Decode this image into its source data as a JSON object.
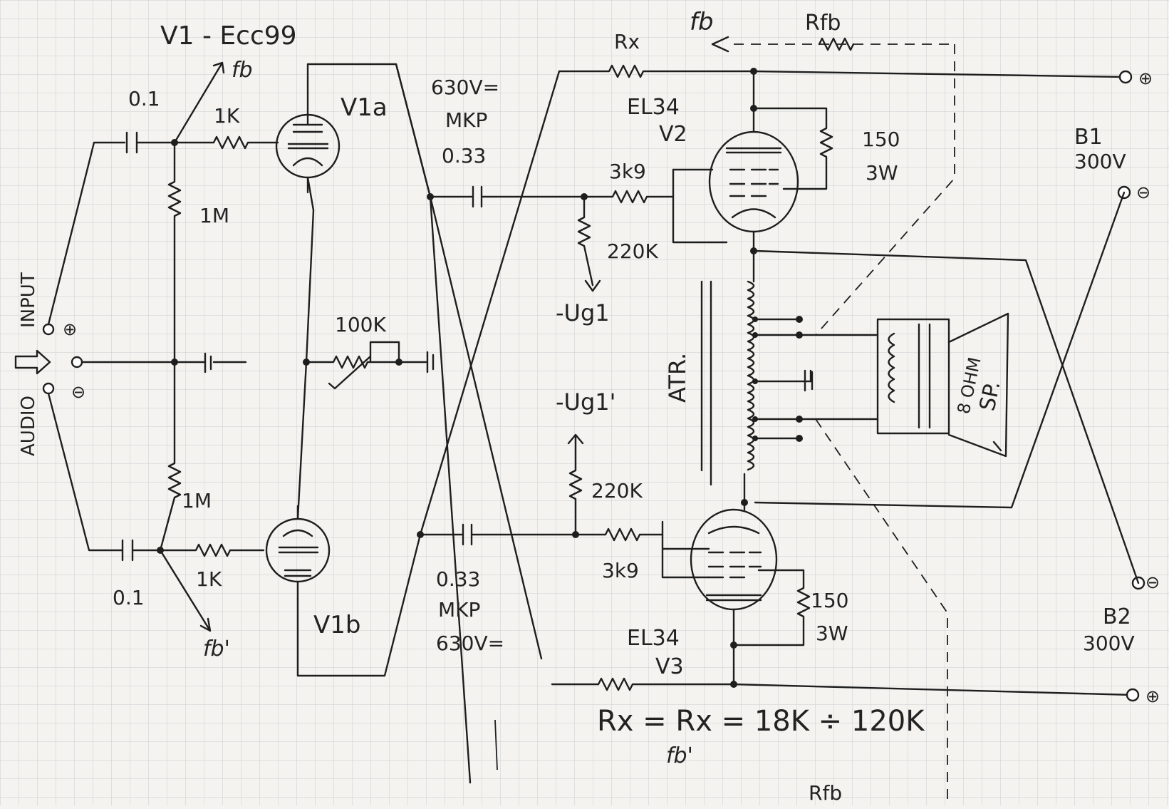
{
  "labels": {
    "v1": "V1 - Ecc99",
    "fb": "fb",
    "fb_prime": "fb'",
    "cap_input": "0.1",
    "r_1k": "1K",
    "r_1m": "1M",
    "v1a": "V1a",
    "v1b": "V1b",
    "r_100k": "100K",
    "cap_voltage": "630V=",
    "cap_type": "MKP",
    "cap_coupling": "0.33",
    "rx": "Rx",
    "r_3k9": "3k9",
    "r_220k": "220K",
    "ug1": "-Ug1",
    "ug1_prime": "-Ug1'",
    "el34": "EL34",
    "v2": "V2",
    "v3": "V3",
    "r_150": "150",
    "r_3w": "3W",
    "rfb": "Rfb",
    "b1": "B1",
    "b2": "B2",
    "supply_voltage": "300V",
    "rx_formula": "Rx = Rx = 18K ÷ 120K",
    "plus": "⊕",
    "minus": "⊖",
    "input": "INPUT",
    "audio": "AUDIO",
    "atr": "ATR.",
    "ohm": "8 OHM",
    "sp": "SP."
  }
}
